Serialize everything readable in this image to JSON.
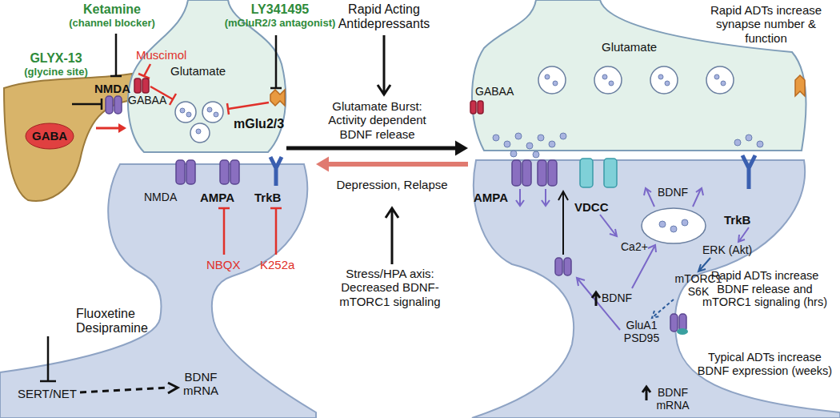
{
  "diagram": {
    "nodes": [
      {
        "text": [
          "GABA"
        ]
      },
      {
        "text": [
          "Glutamate"
        ]
      },
      {
        "text": [
          "SERT/NET",
          "BDNF mRNA"
        ]
      },
      {
        "text": [
          "Glutamate"
        ]
      },
      {
        "text": [
          "BDNF mRNA"
        ]
      }
    ],
    "edges": [
      {
        "from": 0,
        "to": 1,
        "arrow": "to"
      },
      {
        "from": 1,
        "to": 3,
        "arrow": "to",
        "label": "Glutamate Burst: Activity dependent BDNF release"
      },
      {
        "from": 4,
        "to": 2,
        "arrow": "to",
        "label": "Depression, Relapse"
      }
    ],
    "labels": [
      "Ketamine",
      "(channel blocker)",
      "GLYX-13",
      "(glycine site)",
      "NMDA",
      "Muscimol",
      "LY341495",
      "(mGluR2/3 antagonist)",
      "GABAA",
      "mGlu2/3",
      "NMDA",
      "AMPA",
      "TrkB",
      "NBQX",
      "K252a",
      "Fluoxetine Desipramine",
      "Rapid Acting Antidepressants",
      "Stress/HPA axis: Decreased BDNF-mTORC1 signaling",
      "Rapid ADTs increase synapse number & function",
      "GABAA",
      "AMPA",
      "VDCC",
      "BDNF",
      "TrkB",
      "Ca2+",
      "ERK (Akt)",
      "mTORC1 S6K",
      "BDNF",
      "GluA1 PSD95",
      "Rapid ADTs increase BDNF release and mTORC1 signaling (hrs)",
      "Typical ADTs increase BDNF expression (weeks)"
    ]
  }
}
